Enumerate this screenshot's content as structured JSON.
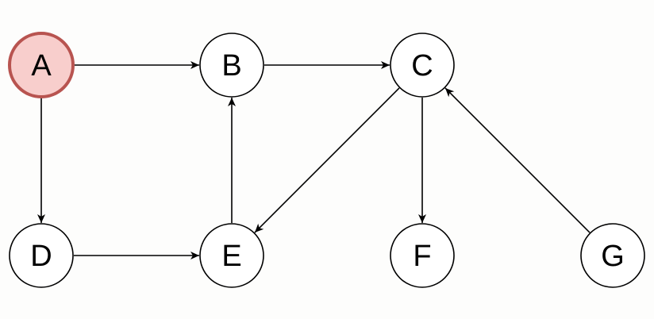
{
  "colors": {
    "background": "#fdfdfc",
    "node_fill": "#ffffff",
    "node_stroke": "#000000",
    "highlight_fill": "#f8cecc",
    "highlight_stroke": "#b85450",
    "edge": "#000000"
  },
  "graph": {
    "highlighted": "A",
    "nodes": [
      {
        "id": "A",
        "label": "A"
      },
      {
        "id": "B",
        "label": "B"
      },
      {
        "id": "C",
        "label": "C"
      },
      {
        "id": "D",
        "label": "D"
      },
      {
        "id": "E",
        "label": "E"
      },
      {
        "id": "F",
        "label": "F"
      },
      {
        "id": "G",
        "label": "G"
      }
    ],
    "edges": [
      {
        "from": "A",
        "to": "B"
      },
      {
        "from": "B",
        "to": "C"
      },
      {
        "from": "A",
        "to": "D"
      },
      {
        "from": "D",
        "to": "E"
      },
      {
        "from": "E",
        "to": "B"
      },
      {
        "from": "C",
        "to": "E"
      },
      {
        "from": "C",
        "to": "F"
      },
      {
        "from": "G",
        "to": "C"
      }
    ]
  }
}
